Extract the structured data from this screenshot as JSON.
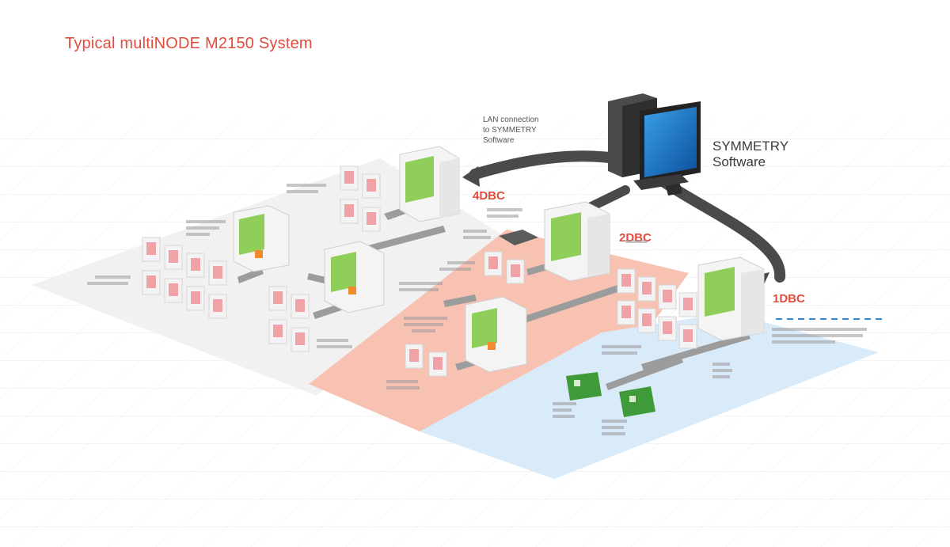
{
  "title": "Typical multiNODE M2150 System",
  "software": {
    "line1": "SYMMETRY",
    "line2": "Software"
  },
  "lan_note": {
    "line1": "LAN connection",
    "line2": "to SYMMETRY",
    "line3": "Software"
  },
  "controllers": [
    {
      "label": "4DBC"
    },
    {
      "label": "2DBC"
    },
    {
      "label": "1DBC"
    }
  ],
  "colors": {
    "accent": "#e34b3d",
    "zone_red": "#f7b9a9",
    "zone_blue": "#d6e9f8",
    "zone_grey": "#eeeeee"
  }
}
